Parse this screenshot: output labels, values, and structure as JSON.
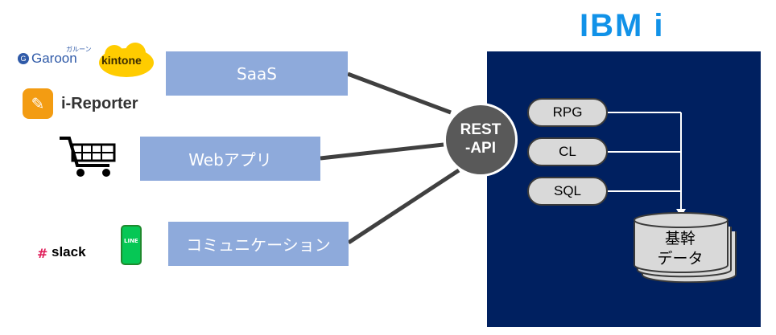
{
  "ibm": {
    "title": "IBM i"
  },
  "rest": {
    "line1": "REST",
    "line2": "-API"
  },
  "boxes": {
    "saas": "SaaS",
    "web": "Webアプリ",
    "comm": "コミュニケーション"
  },
  "pills": {
    "rpg": "RPG",
    "cl": "CL",
    "sql": "SQL"
  },
  "db": {
    "line1": "基幹",
    "line2": "データ"
  },
  "logos": {
    "garoon_small": "ガルーン",
    "garoon": "Garoon",
    "kintone": "kintone",
    "ireporter": "i-Reporter",
    "slack": "slack",
    "line": "LINE"
  },
  "colors": {
    "box": "#8eaadb",
    "navy": "#002060",
    "accent": "#1192e8"
  }
}
